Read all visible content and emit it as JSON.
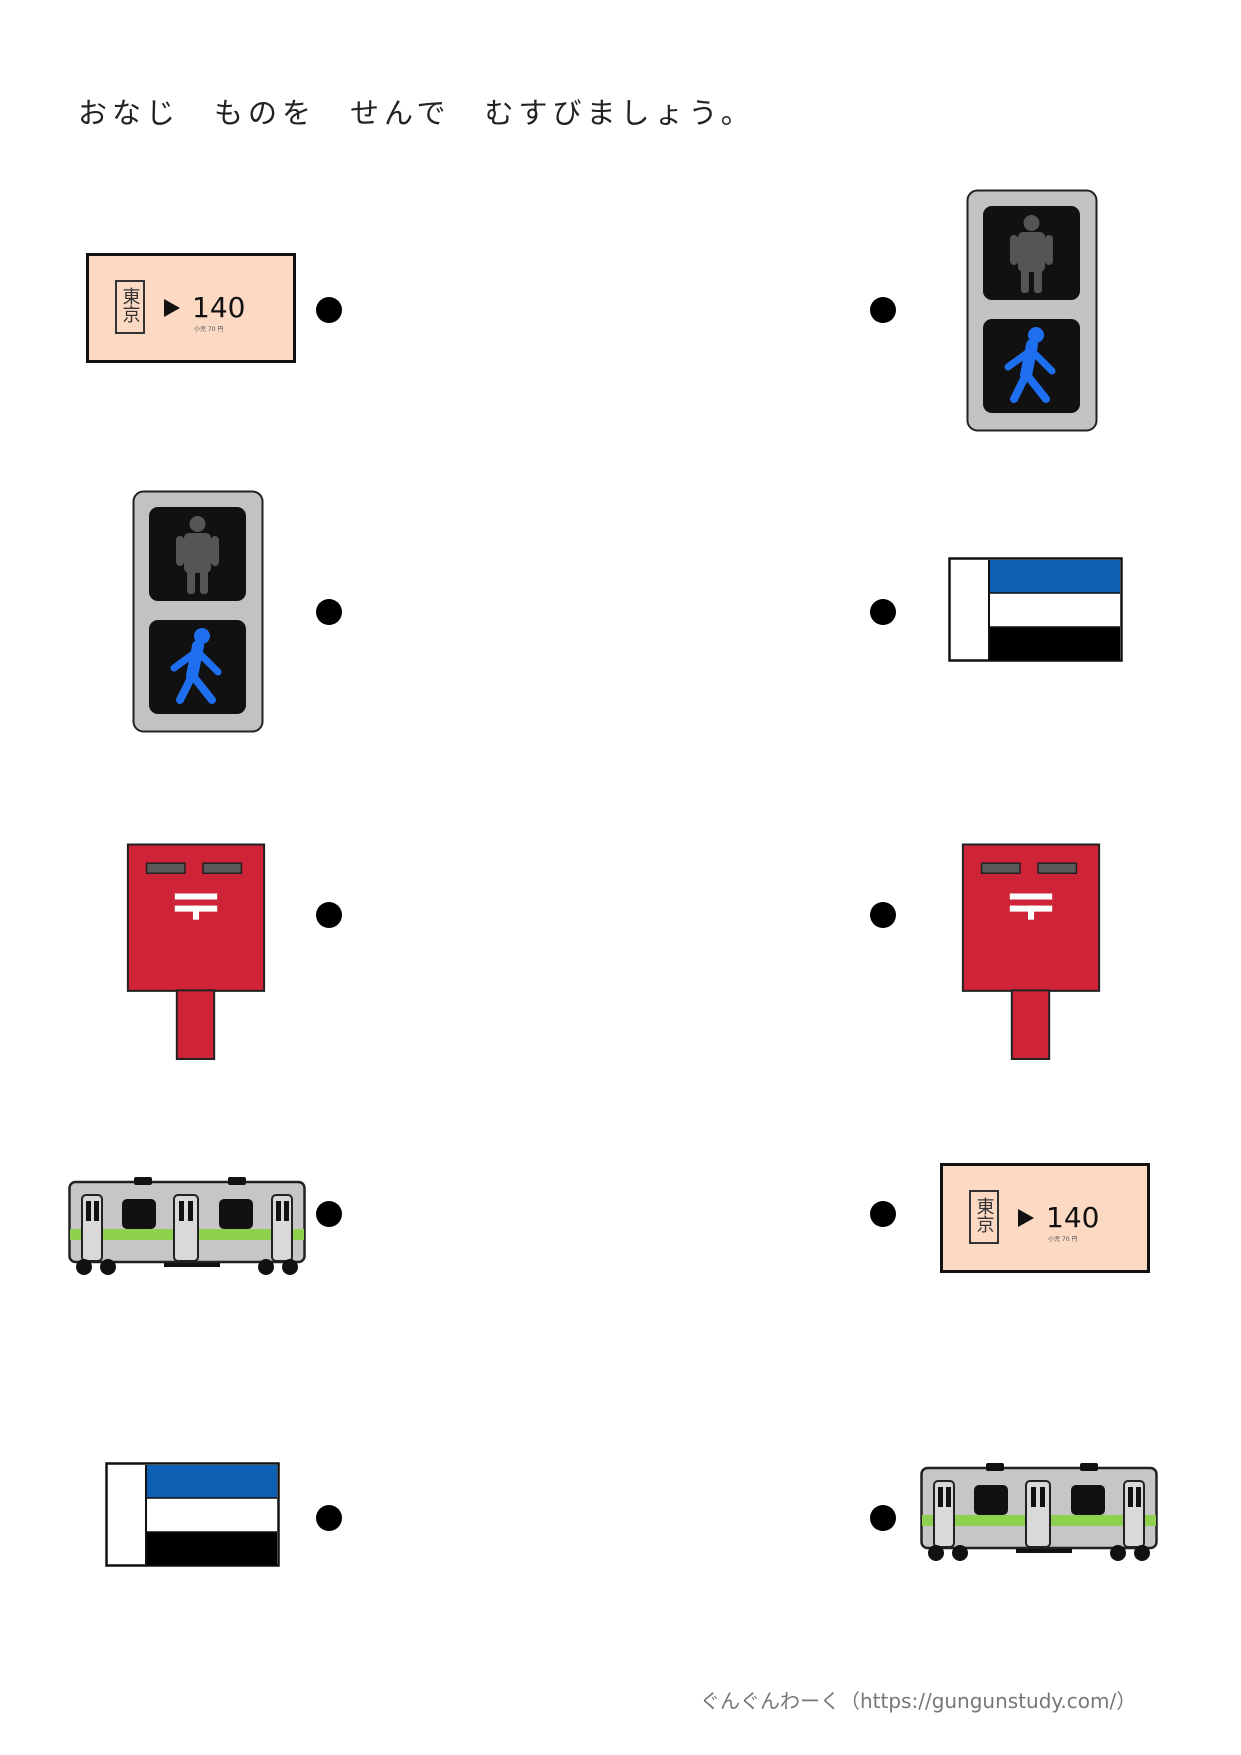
{
  "instruction": "おなじ　ものを　せんで　むすびましょう。",
  "ticket": {
    "station": "東京",
    "fare": "140",
    "small_text": "小児 70 円"
  },
  "left_items": [
    "ticket",
    "signal",
    "postbox",
    "train",
    "flag"
  ],
  "right_items": [
    "signal",
    "flag",
    "postbox",
    "ticket",
    "train"
  ],
  "colors": {
    "ticket_bg": "#fcd9c2",
    "signal_blue": "#1e6ff0",
    "postbox_red": "#cf2338",
    "train_green": "#8fd14f",
    "flag_blue": "#0c5fb3"
  },
  "footer": "ぐんぐんわーく（https://gungunstudy.com/）"
}
